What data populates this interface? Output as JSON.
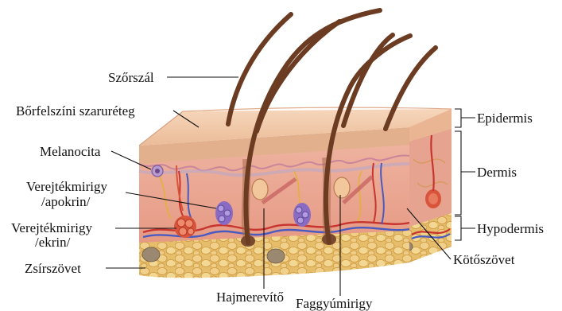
{
  "labels": {
    "hair": "Szőrszál",
    "stratum_corneum": "Bőrfelszíni szaruréteg",
    "melanocyte": "Melanocita",
    "apocrine_1": "Verejtékmirigy",
    "apocrine_2": "/apokrin/",
    "eccrine_1": "Verejtékmirigy",
    "eccrine_2": "/ekrin/",
    "fat": "Zsírszövet",
    "arrector": "Hajmerevítő",
    "sebaceous": "Faggyúmirigy",
    "epidermis": "Epidermis",
    "dermis": "Dermis",
    "hypodermis": "Hypodermis",
    "connective": "Kötőszövet"
  },
  "colors": {
    "epidermis_top": "#f2c9a8",
    "epidermis_side": "#e8b08e",
    "dermis": "#e9a38f",
    "dermis_dark": "#cf7f6e",
    "fat": "#e8c170",
    "fat_dark": "#c9953e",
    "hair": "#6b3b22",
    "vein": "#4a5bbf",
    "artery": "#c8352f",
    "gland_purple": "#8a6bc4",
    "gland_red": "#d9543b"
  }
}
